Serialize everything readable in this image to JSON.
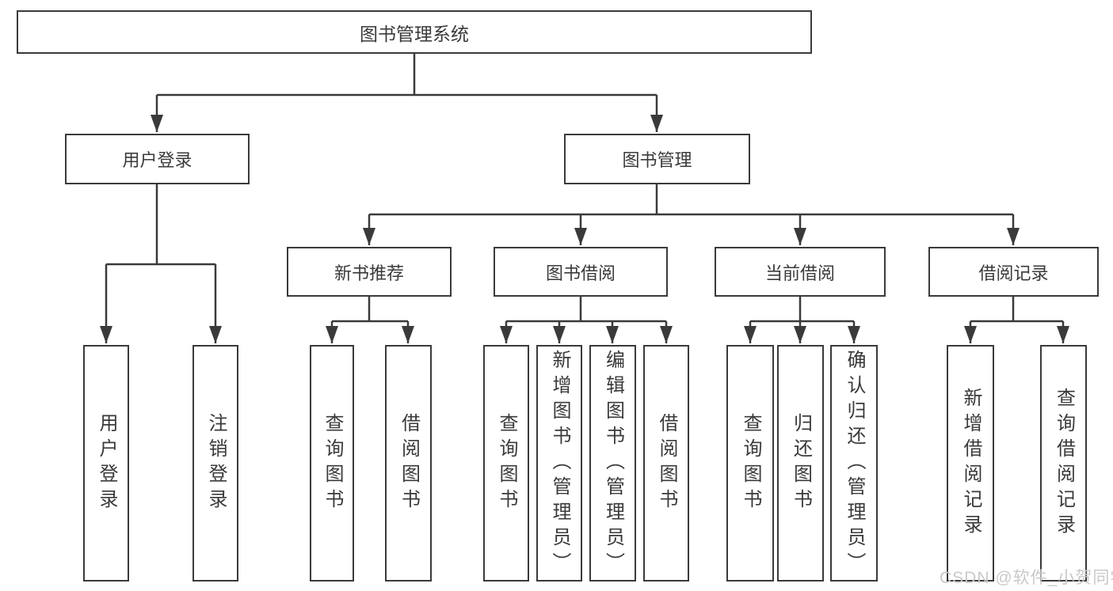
{
  "diagram": {
    "tree": {
      "label": "图书管理系统",
      "children": [
        {
          "label": "用户登录",
          "children": [
            {
              "label": "用户登录"
            },
            {
              "label": "注销登录"
            }
          ]
        },
        {
          "label": "图书管理",
          "children": [
            {
              "label": "新书推荐",
              "children": [
                {
                  "label": "查询图书"
                },
                {
                  "label": "借阅图书"
                }
              ]
            },
            {
              "label": "图书借阅",
              "children": [
                {
                  "label": "查询图书"
                },
                {
                  "label": "新增图书（管理员）"
                },
                {
                  "label": "编辑图书（管理员）"
                },
                {
                  "label": "借阅图书"
                }
              ]
            },
            {
              "label": "当前借阅",
              "children": [
                {
                  "label": "查询图书"
                },
                {
                  "label": "归还图书"
                },
                {
                  "label": "确认归还（管理员）"
                }
              ]
            },
            {
              "label": "借阅记录",
              "children": [
                {
                  "label": "新增借阅记录"
                },
                {
                  "label": "查询借阅记录"
                }
              ]
            }
          ]
        }
      ]
    }
  },
  "watermark": {
    "text": "CSDN @软件_小贺同学"
  },
  "colors": {
    "line": "#3a3a3a",
    "text": "#3a3a3a",
    "box_background": "#ffffff",
    "watermark": "#c9c9c9"
  }
}
